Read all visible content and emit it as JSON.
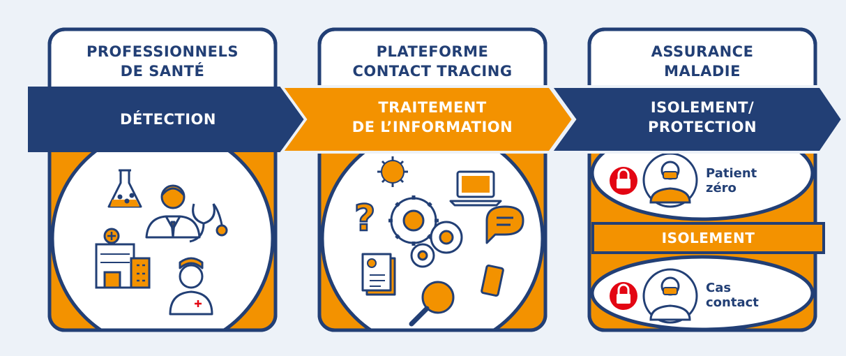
{
  "columns": [
    {
      "title_line1": "PROFESSIONNELS",
      "title_line2": "DE SANTÉ",
      "band_line1": "DÉTECTION",
      "band_line2": ""
    },
    {
      "title_line1": "PLATEFORME",
      "title_line2": "CONTACT TRACING",
      "band_line1": "TRAITEMENT",
      "band_line2": "DE L’INFORMATION"
    },
    {
      "title_line1": "ASSURANCE",
      "title_line2": "MALADIE",
      "band_line1": "ISOLEMENT/",
      "band_line2": "PROTECTION"
    }
  ],
  "isolation": {
    "patient_line1": "Patient",
    "patient_line2": "zéro",
    "middle_label": "ISOLEMENT",
    "contact_line1": "Cas",
    "contact_line2": "contact"
  },
  "colors": {
    "navy": "#223f75",
    "orange": "#f39200",
    "background": "#edf2f8",
    "lock_red": "#e30613",
    "white": "#ffffff"
  },
  "icons": {
    "col1": [
      "flask-icon",
      "doctor-icon",
      "stethoscope-icon",
      "hospital-icon",
      "nurse-icon"
    ],
    "col2": [
      "virus-icon",
      "laptop-icon",
      "question-mark-icon",
      "gears-icon",
      "chat-bubble-icon",
      "document-icon",
      "smartphone-icon",
      "magnifier-icon"
    ],
    "col3": [
      "lock-icon",
      "masked-person-icon"
    ]
  }
}
